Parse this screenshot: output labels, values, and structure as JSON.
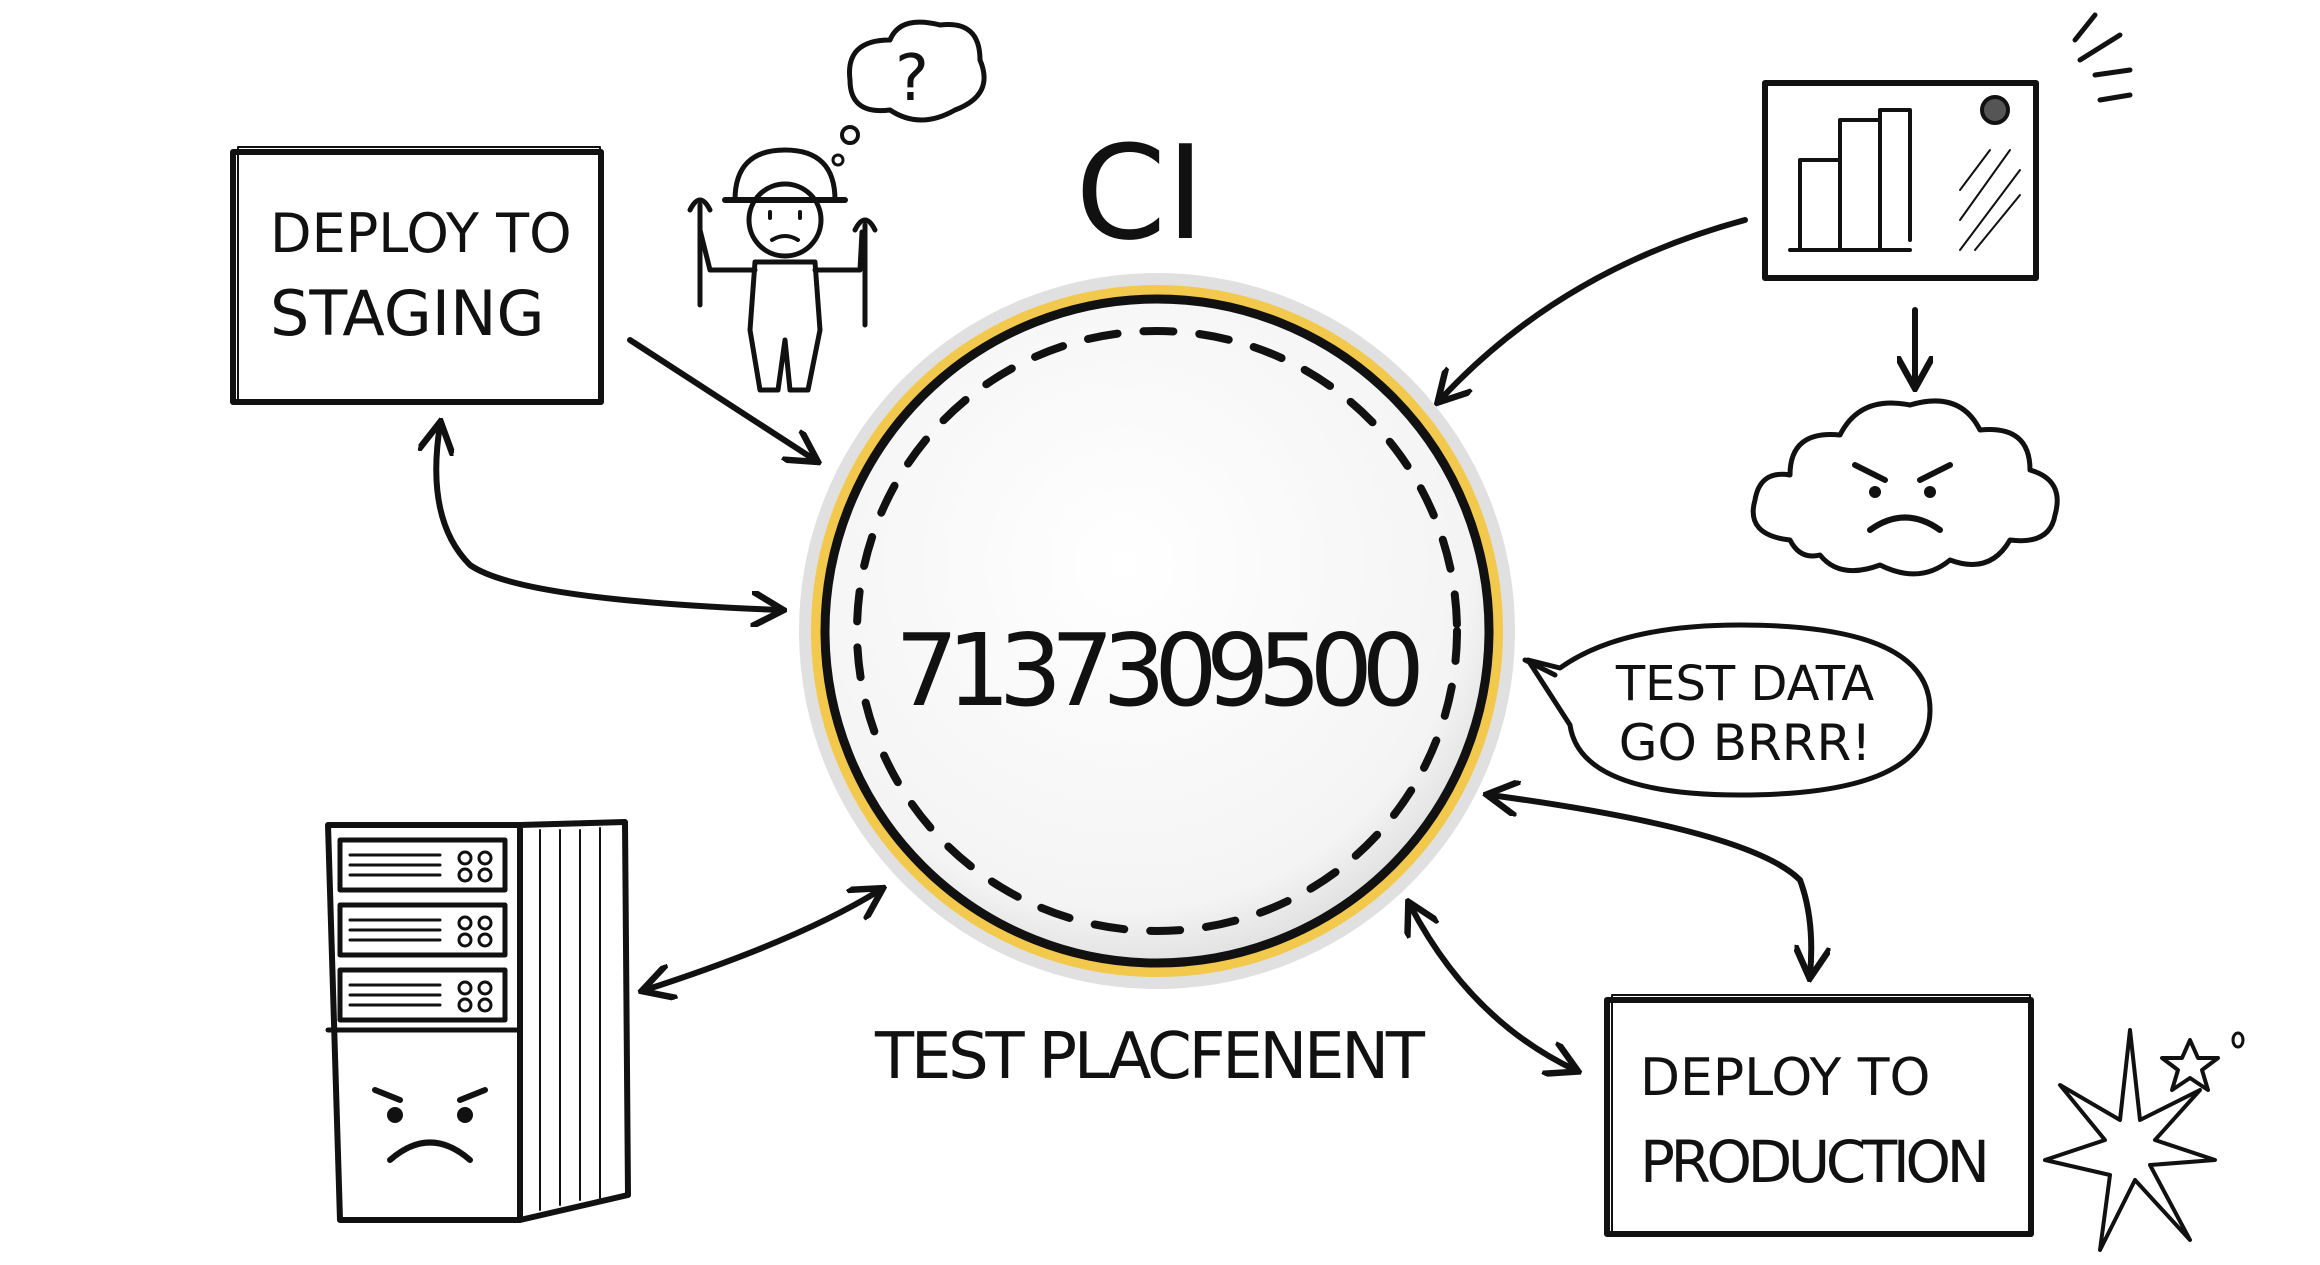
{
  "title": "CI",
  "center_number": "7137309500",
  "caption": "TEST PLACFENENT",
  "boxes": {
    "staging": [
      "DEPLOY TO",
      "STAGING"
    ],
    "production": [
      "DEPLOY TO",
      "PRODUCTION"
    ]
  },
  "speech_bubble": [
    "TEST DATA",
    "GO BRRR!"
  ],
  "thought_bubble": "?",
  "colors": {
    "ink": "#111111",
    "glow": "#f2c94c"
  }
}
